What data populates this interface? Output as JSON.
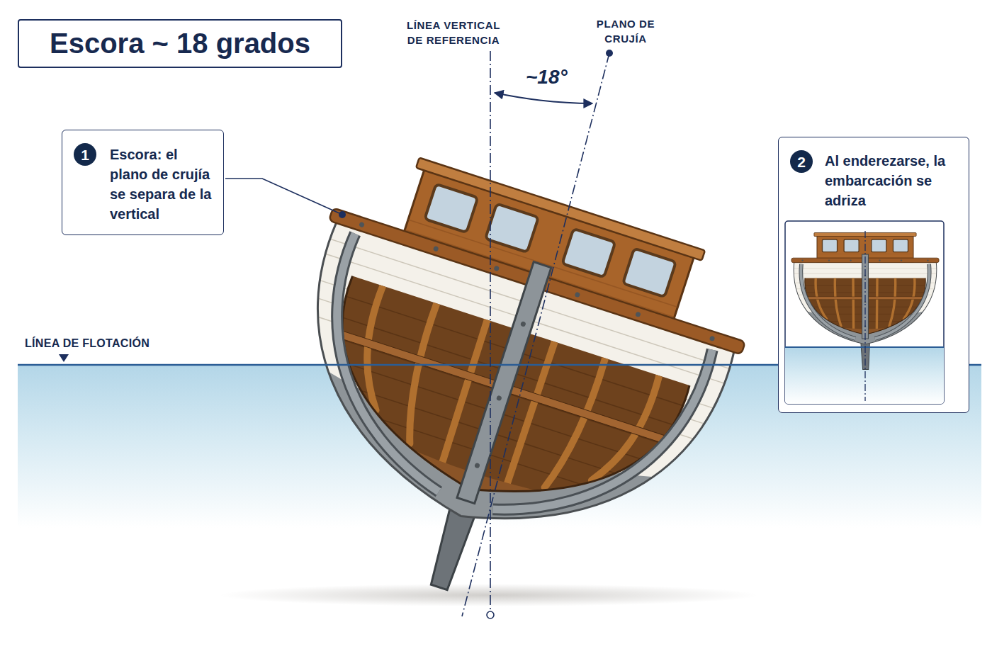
{
  "diagram": {
    "title": "Escora ~ 18 grados",
    "nodes": [
      {
        "text": [
          "Escora: el plano de crujía se separa de la vertical"
        ]
      },
      {
        "text": [
          "1"
        ],
        "in": 0
      },
      {
        "text": [
          "Al enderezarse, la embarcación se adriza"
        ]
      },
      {
        "text": [
          "2"
        ],
        "in": 2
      }
    ],
    "labels": [
      "LÍNEA VERTICAL DE REFERENCIA",
      "PLANO DE CRUJÍA",
      "~18°",
      "LÍNEA DE FLOTACIÓN"
    ]
  }
}
